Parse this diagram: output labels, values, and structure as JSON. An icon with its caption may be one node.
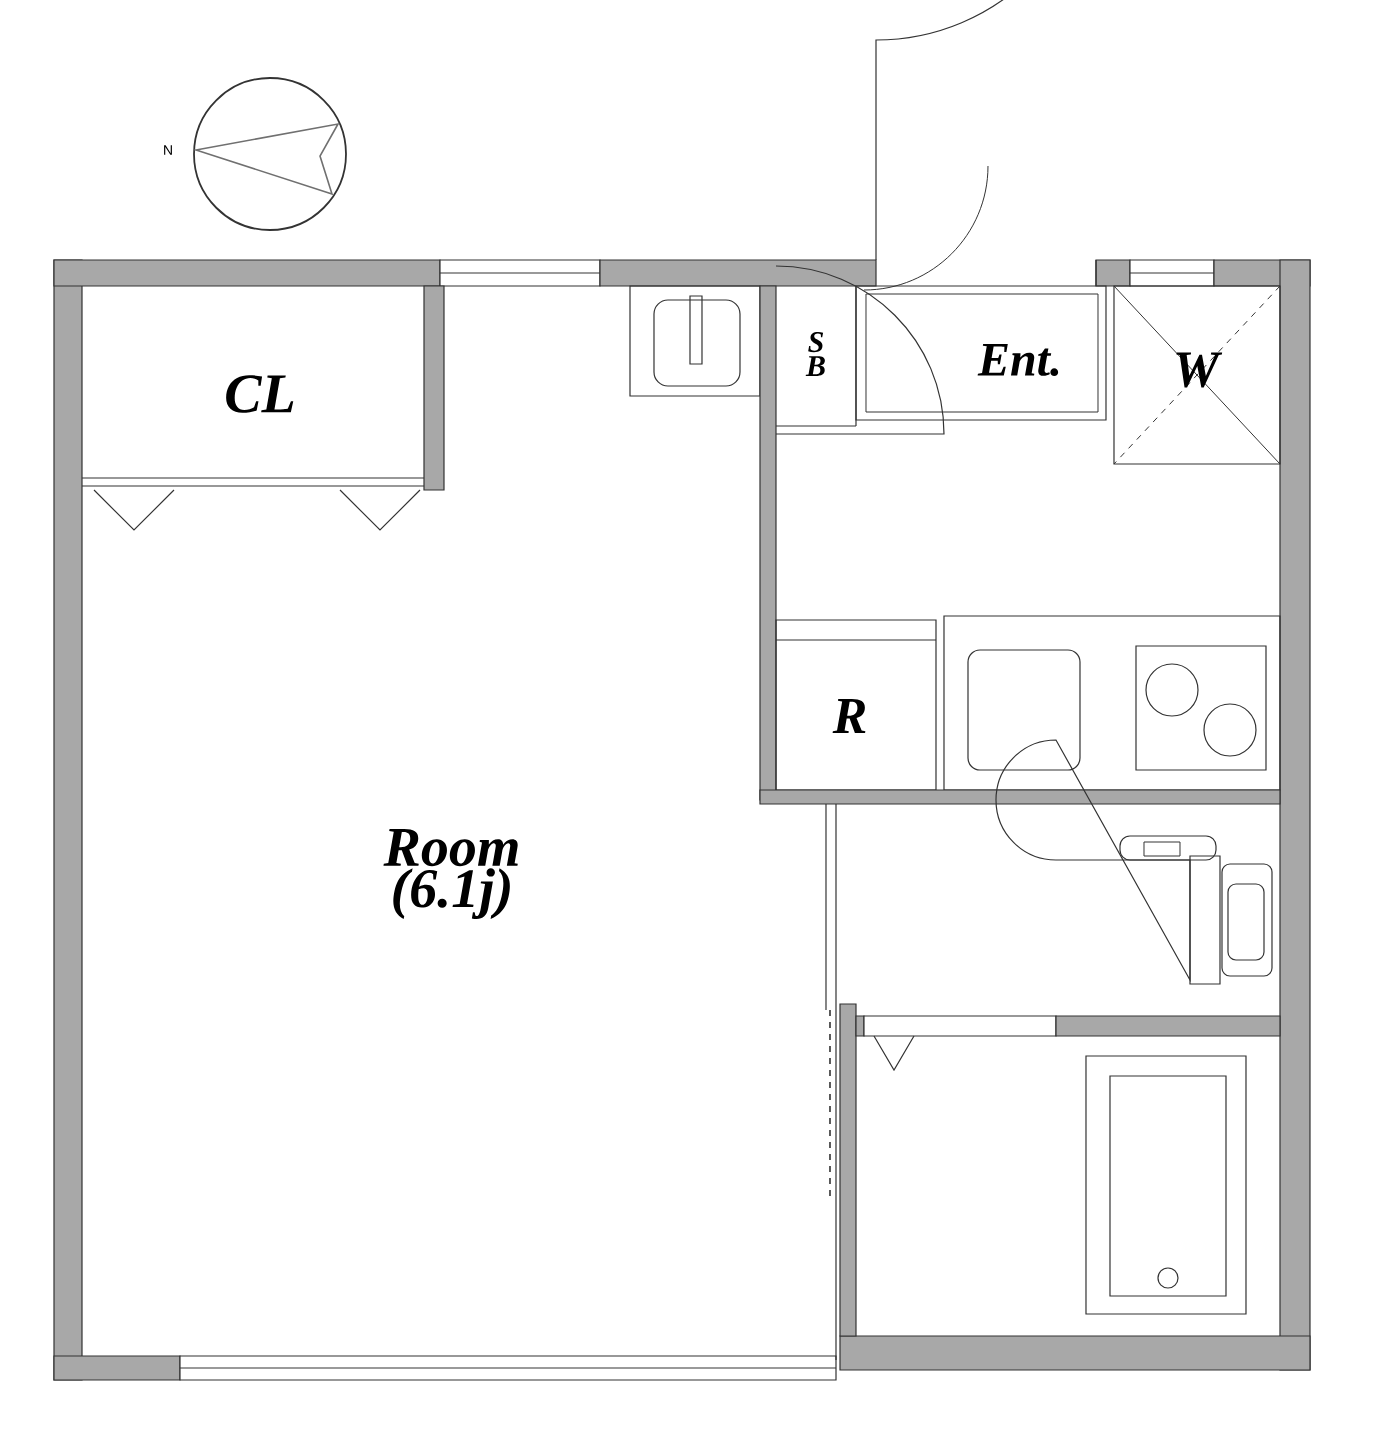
{
  "diagram": {
    "labels": [
      "N",
      "CL",
      "S B",
      "Ent.",
      "W",
      "R",
      "Room (6.1j)"
    ]
  }
}
